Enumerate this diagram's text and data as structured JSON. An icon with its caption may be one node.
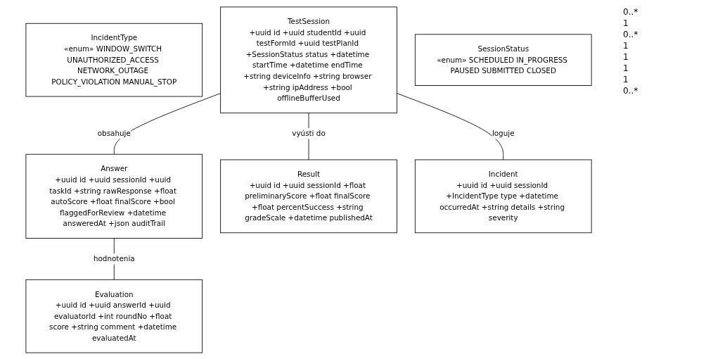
{
  "diagram": {
    "nodes": [
      {
        "text": [
          "IncidentType",
          "«enum» WINDOW_SWITCH UNAUTHORIZED_ACCESS NETWORK_OUTAGE POLICY_VIOLATION MANUAL_STOP"
        ]
      },
      {
        "text": [
          "SessionStatus",
          "«enum» SCHEDULED IN_PROGRESS PAUSED SUBMITTED CLOSED"
        ]
      },
      {
        "text": [
          "Answer",
          "+uuid id +uuid sessionId +uuid taskId +string rawResponse +float autoScore +float finalScore +bool flaggedForReview +datetime answeredAt +json auditTrail"
        ]
      },
      {
        "text": [
          "Evaluation",
          "+uuid id +uuid answerId +uuid evaluatorId +int roundNo +float score +string comment +datetime evaluatedAt"
        ]
      },
      {
        "text": [
          "TestSession",
          "+uuid id +uuid studentId +uuid testFormId +uuid testPlanId +SessionStatus status +datetime startTime +datetime endTime +string deviceInfo +string browser +string ipAddress +bool offlineBufferUsed"
        ]
      },
      {
        "text": [
          "Result",
          "+uuid id +uuid sessionId +float preliminaryScore +float finalScore +float percentSuccess +string gradeScale +datetime publishedAt"
        ]
      },
      {
        "text": [
          "Incident",
          "+uuid id +uuid sessionId +IncidentType type +datetime occurredAt +string details +string severity"
        ]
      }
    ],
    "edges": [
      {
        "from": 4,
        "to": 2,
        "arrow": "none",
        "label": "obsahuje"
      },
      {
        "from": 2,
        "to": 3,
        "arrow": "none",
        "label": "hodnotenia"
      },
      {
        "from": 4,
        "to": 5,
        "arrow": "none",
        "label": "vyústi do"
      },
      {
        "from": 4,
        "to": 6,
        "arrow": "none",
        "label": "loguje"
      }
    ],
    "labels": [
      "0..*",
      "1",
      "0..*",
      "1",
      "1",
      "1",
      "1",
      "0..*"
    ]
  }
}
